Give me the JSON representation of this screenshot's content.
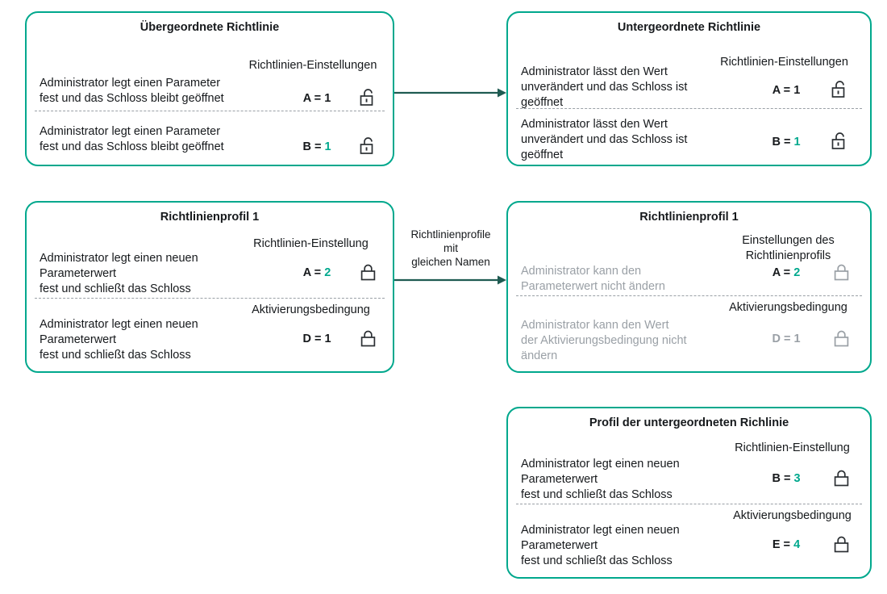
{
  "theme": {
    "box_border": "#00a88d",
    "accent_value": "#00a88d",
    "arrow": "#1f5b52",
    "text": "#16191c",
    "muted_text": "#9aa0a6",
    "divider": "#9aa0a6"
  },
  "boxes": [
    {
      "id": "parent-policy",
      "title": "Übergeordnete\nRichtlinie",
      "rows": [
        {
          "col_head": "Richtlinien-Einstellungen",
          "description": "Administrator legt einen Parameter\nfest und das Schloss bleibt geöffnet",
          "param": "A =",
          "value": "1",
          "value_accent": false,
          "muted": false,
          "lock": "unlocked-icon"
        },
        {
          "col_head": "",
          "description": "Administrator legt einen Parameter\nfest und das Schloss bleibt geöffnet",
          "param": "B =",
          "value": "1",
          "value_accent": true,
          "muted": false,
          "lock": "unlocked-icon"
        }
      ]
    },
    {
      "id": "child-policy",
      "title": "Untergeordnete\nRichtlinie",
      "rows": [
        {
          "col_head": "Richtlinien-Einstellungen",
          "description": "Administrator lässt den Wert\nunverändert und das Schloss ist\ngeöffnet",
          "param": "A =",
          "value": "1",
          "value_accent": false,
          "muted": false,
          "lock": "unlocked-icon"
        },
        {
          "col_head": "",
          "description": "Administrator lässt den Wert\nunverändert und das Schloss ist\ngeöffnet",
          "param": "B =",
          "value": "1",
          "value_accent": true,
          "muted": false,
          "lock": "unlocked-icon"
        }
      ]
    },
    {
      "id": "policy-profile-1-left",
      "title": "Richtlinienprofil 1",
      "rows": [
        {
          "col_head": "Richtlinien-Einstellung",
          "description": "Administrator legt einen neuen\nParameterwert\nfest und schließt das Schloss",
          "param": "A =",
          "value": "2",
          "value_accent": true,
          "muted": false,
          "lock": "locked-icon"
        },
        {
          "col_head": "Aktivierungsbedingung",
          "description": "Administrator legt einen neuen\nParameterwert\nfest und schließt das Schloss",
          "param": "D =",
          "value": "1",
          "value_accent": false,
          "muted": false,
          "lock": "locked-icon"
        }
      ]
    },
    {
      "id": "policy-profile-1-right",
      "title": "Richtlinienprofil 1",
      "rows": [
        {
          "col_head": "Einstellungen des\nRichtlinienprofils",
          "description": "Administrator kann den\nParameterwert nicht ändern",
          "param": "A =",
          "value": "2",
          "value_accent": true,
          "muted": false,
          "lock": "locked-icon"
        },
        {
          "col_head": "Aktivierungsbedingung",
          "description": "Administrator kann den Wert\nder Aktivierungsbedingung nicht\nändern",
          "param": "D =",
          "value": "1",
          "value_accent": false,
          "muted": true,
          "lock": "locked-icon"
        }
      ]
    },
    {
      "id": "child-policy-profile",
      "title": "Profil der untergeordneten Richlinie",
      "rows": [
        {
          "col_head": "Richtlinien-Einstellung",
          "description": "Administrator legt einen neuen\nParameterwert\nfest und schließt das Schloss",
          "param": "B =",
          "value": "3",
          "value_accent": true,
          "muted": false,
          "lock": "locked-icon"
        },
        {
          "col_head": "Aktivierungsbedingung",
          "description": "Administrator legt einen neuen\nParameterwert\nfest und schließt das Schloss",
          "param": "E =",
          "value": "4",
          "value_accent": true,
          "muted": false,
          "lock": "locked-icon"
        }
      ]
    }
  ],
  "arrows": [
    {
      "id": "arrow-top",
      "label": ""
    },
    {
      "id": "arrow-middle",
      "label": "Richtlinienprofile\nmit\ngleichen Namen"
    }
  ]
}
